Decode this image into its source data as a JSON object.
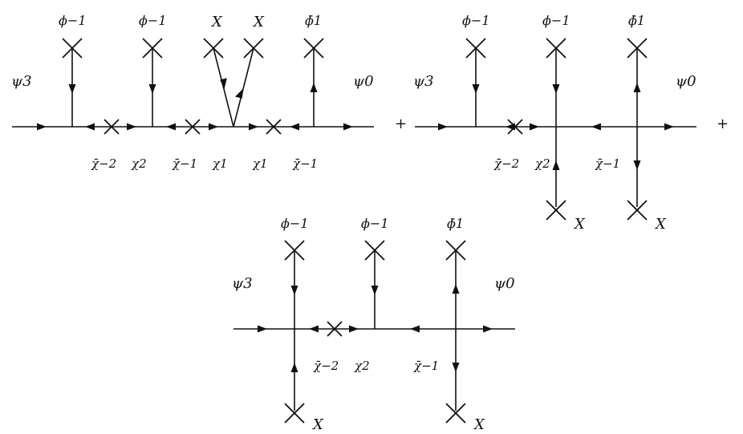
{
  "diagrams": [
    {
      "name": "feynman-diagram-1",
      "labels": {
        "in_state": "ψ3",
        "out_state": "ψ0",
        "top1": "ϕ−1",
        "top2": "ϕ−1",
        "top3": "X",
        "top4": "X",
        "top5": "ϕ̄1",
        "prop1": "χ̄−2",
        "prop2": "χ2",
        "prop3": "χ̄−1",
        "prop4": "χ1",
        "prop5": "χ1",
        "prop6": "χ̄−1"
      }
    },
    {
      "name": "feynman-diagram-2",
      "labels": {
        "in_state": "ψ3",
        "out_state": "ψ0",
        "top1": "ϕ−1",
        "top2": "ϕ−1",
        "top3": "ϕ̄1",
        "prop1": "χ̄−2",
        "prop2": "χ2",
        "prop3": "χ̄−1",
        "bottom1": "X",
        "bottom2": "X"
      }
    },
    {
      "name": "feynman-diagram-3",
      "labels": {
        "in_state": "ψ3",
        "out_state": "ψ0",
        "top1": "ϕ−1",
        "top2": "ϕ−1",
        "top3": "ϕ̄1",
        "prop1": "χ̄−2",
        "prop2": "χ2",
        "prop3": "χ̄−1",
        "bottom1": "X",
        "bottom2": "X"
      }
    }
  ],
  "operators": [
    "+",
    "+"
  ]
}
